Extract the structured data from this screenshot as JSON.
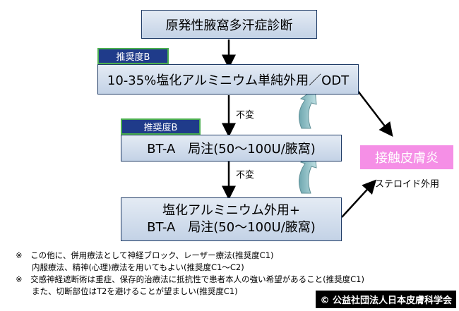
{
  "title_box": "原発性腋窩多汗症診断",
  "step1": {
    "grade": "推奨度B",
    "text": "10-35%塩化アルミニウム単純外用／ODT"
  },
  "change1": "不変",
  "step2": {
    "grade": "推奨度B",
    "text": "BT-A　局注(50～100U/腋窩)"
  },
  "change2": "不変",
  "step3": {
    "line1": "塩化アルミニウム外用+",
    "line2": "BT-A　局注(50～100U/腋窩)"
  },
  "side": {
    "label": "接触皮膚炎",
    "treatment": "ステロイド外用"
  },
  "notes": [
    "※　この他に、併用療法として神経ブロック、レーザー療法(推奨度C1)",
    "　　内服療法、精神(心理)療法を用いてもよい(推奨度C1～C2)",
    "※　交感神経遮断術は重症、保存的治療法に抵抗性で患者本人の強い希望があること(推奨度C1)",
    "　　また、切断部位はT2を避けることが望ましい(推奨度C1)"
  ],
  "copyright": "© 公益社団法人日本皮膚科学会",
  "colors": {
    "box_top": "#e4ebf4",
    "box_bottom": "#c3d2e6",
    "grade_bg": "#1f3b8a",
    "grade_border": "#4caf50",
    "side_box": "#f58fe6",
    "cycle_arrow": "#8fc3c8"
  }
}
